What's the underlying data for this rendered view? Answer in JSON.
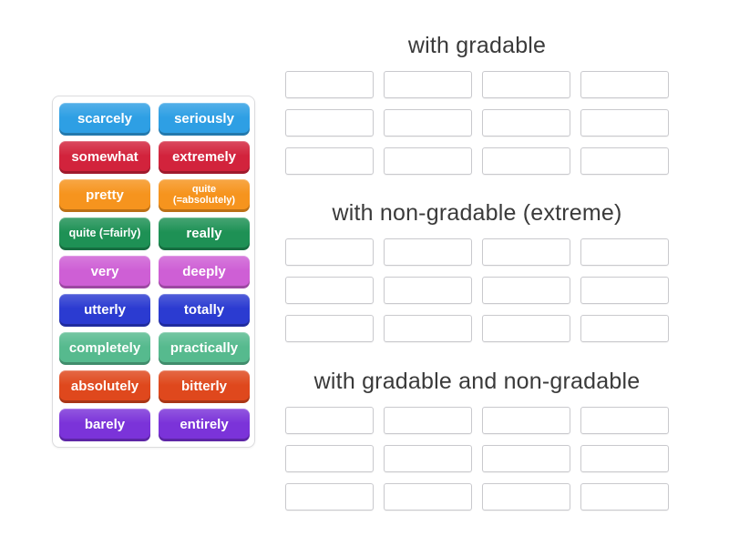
{
  "activity": {
    "type_label": "group-sort",
    "background_color": "#ffffff",
    "header_text_color": "#3a3a3a",
    "slot_border_color": "#c9c9cd",
    "panel_border_color": "#dcdcde"
  },
  "word_bank": {
    "tiles": [
      {
        "label": "scarcely",
        "color": "#2E9FE4",
        "size": "normal"
      },
      {
        "label": "seriously",
        "color": "#2E9FE4",
        "size": "normal"
      },
      {
        "label": "somewhat",
        "color": "#D2233C",
        "size": "normal"
      },
      {
        "label": "extremely",
        "color": "#D2233C",
        "size": "normal"
      },
      {
        "label": "pretty",
        "color": "#F6941E",
        "size": "normal"
      },
      {
        "label": "quite (=absolutely)",
        "color": "#F6941E",
        "size": "tiny"
      },
      {
        "label": "quite (=fairly)",
        "color": "#1E9155",
        "size": "small"
      },
      {
        "label": "really",
        "color": "#1E9155",
        "size": "normal"
      },
      {
        "label": "very",
        "color": "#CE5FD5",
        "size": "normal"
      },
      {
        "label": "deeply",
        "color": "#CE5FD5",
        "size": "normal"
      },
      {
        "label": "utterly",
        "color": "#2B3BD1",
        "size": "normal"
      },
      {
        "label": "totally",
        "color": "#2B3BD1",
        "size": "normal"
      },
      {
        "label": "completely",
        "color": "#56BA8E",
        "size": "normal"
      },
      {
        "label": "practically",
        "color": "#56BA8E",
        "size": "normal"
      },
      {
        "label": "absolutely",
        "color": "#DF481D",
        "size": "normal"
      },
      {
        "label": "bitterly",
        "color": "#DF481D",
        "size": "normal"
      },
      {
        "label": "barely",
        "color": "#7B33D9",
        "size": "normal"
      },
      {
        "label": "entirely",
        "color": "#7B33D9",
        "size": "normal"
      }
    ]
  },
  "groups": [
    {
      "title": "with gradable",
      "slots": 12
    },
    {
      "title": "with non-gradable (extreme)",
      "slots": 12
    },
    {
      "title": "with gradable and non-gradable",
      "slots": 12
    }
  ]
}
